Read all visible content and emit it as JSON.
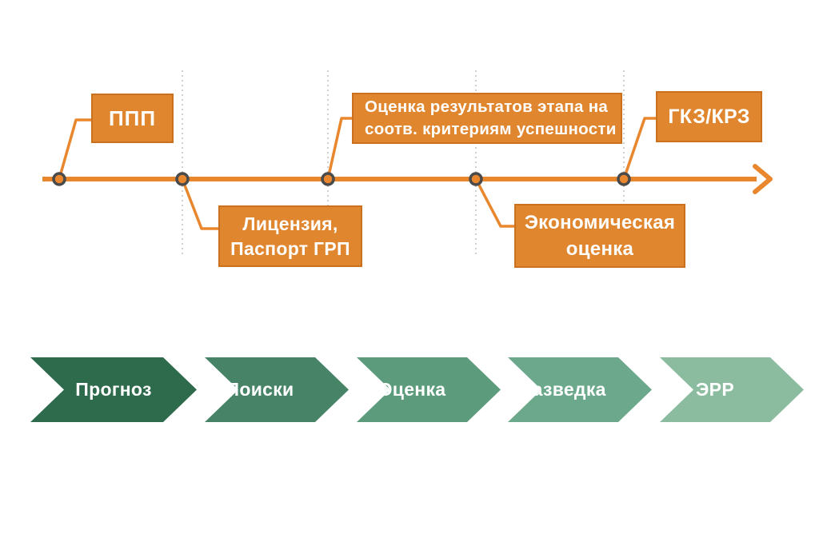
{
  "colors": {
    "orange_fill": "#e0862f",
    "orange_border": "#c9711f",
    "orange_line": "#e8872e",
    "dot_stroke": "#4a4a4a",
    "gridline": "#c0c0c0",
    "label_text": "#ffffff",
    "background": "#ffffff"
  },
  "timeline": {
    "milestones": [
      {
        "label": "ППП"
      },
      {
        "lines": [
          "Лицензия,",
          "Паспорт ГРП"
        ]
      },
      {
        "lines": [
          "Оценка результатов этапа на",
          "соотв. критериям успешности"
        ]
      },
      {
        "lines": [
          "Экономическая",
          "оценка"
        ]
      },
      {
        "label": "ГКЗ/КРЗ"
      }
    ]
  },
  "stages": [
    {
      "label": "Прогноз",
      "color": "#2e6b4d"
    },
    {
      "label": "Поиски",
      "color": "#478467"
    },
    {
      "label": "Оценка",
      "color": "#5c9c7c"
    },
    {
      "label": "Разведка",
      "color": "#6ca88b"
    },
    {
      "label": "ЭРР",
      "color": "#8bbca0"
    }
  ]
}
